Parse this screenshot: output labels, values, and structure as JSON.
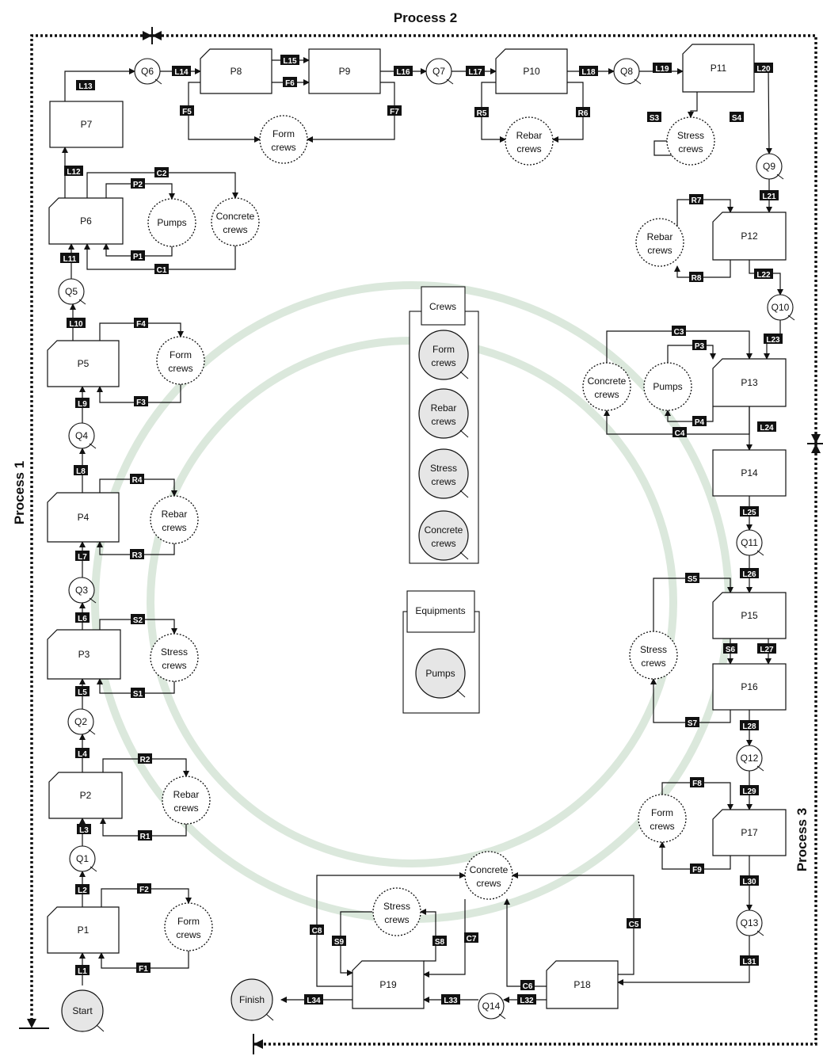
{
  "titles": {
    "process1": "Process 1",
    "process2": "Process 2",
    "process3": "Process 3"
  },
  "nodes": {
    "start": "Start",
    "finish": "Finish",
    "p1": "P1",
    "p2": "P2",
    "p3": "P3",
    "p4": "P4",
    "p5": "P5",
    "p6": "P6",
    "p7": "P7",
    "p8": "P8",
    "p9": "P9",
    "p10": "P10",
    "p11": "P11",
    "p12": "P12",
    "p13": "P13",
    "p14": "P14",
    "p15": "P15",
    "p16": "P16",
    "p17": "P17",
    "p18": "P18",
    "p19": "P19",
    "q1": "Q1",
    "q2": "Q2",
    "q3": "Q3",
    "q4": "Q4",
    "q5": "Q5",
    "q6": "Q6",
    "q7": "Q7",
    "q8": "Q8",
    "q9": "Q9",
    "q10": "Q10",
    "q11": "Q11",
    "q12": "Q12",
    "q13": "Q13",
    "q14": "Q14"
  },
  "resources": {
    "form": [
      "Form",
      "crews"
    ],
    "rebar": [
      "Rebar",
      "crews"
    ],
    "stress": [
      "Stress",
      "crews"
    ],
    "concrete": [
      "Concrete",
      "crews"
    ],
    "pumps": "Pumps"
  },
  "legend": {
    "crews_title": "Crews",
    "crews": [
      [
        "Form",
        "crews"
      ],
      [
        "Rebar",
        "crews"
      ],
      [
        "Stress",
        "crews"
      ],
      [
        "Concrete",
        "crews"
      ]
    ],
    "equipments_title": "Equipments",
    "equipments": [
      "Pumps"
    ]
  },
  "labels": {
    "L1": "L1",
    "L2": "L2",
    "L3": "L3",
    "L4": "L4",
    "L5": "L5",
    "L6": "L6",
    "L7": "L7",
    "L8": "L8",
    "L9": "L9",
    "L10": "L10",
    "L11": "L11",
    "L12": "L12",
    "L13": "L13",
    "L14": "L14",
    "L15": "L15",
    "L16": "L16",
    "L17": "L17",
    "L18": "L18",
    "L19": "L19",
    "L20": "L20",
    "L21": "L21",
    "L22": "L22",
    "L23": "L23",
    "L24": "L24",
    "L25": "L25",
    "L26": "L26",
    "L27": "L27",
    "L28": "L28",
    "L29": "L29",
    "L30": "L30",
    "L31": "L31",
    "L32": "L32",
    "L33": "L33",
    "L34": "L34",
    "F1": "F1",
    "F2": "F2",
    "F3": "F3",
    "F4": "F4",
    "F5": "F5",
    "F6": "F6",
    "F7": "F7",
    "F8": "F8",
    "F9": "F9",
    "R1": "R1",
    "R2": "R2",
    "R3": "R3",
    "R4": "R4",
    "R5": "R5",
    "R6": "R6",
    "R7": "R7",
    "R8": "R8",
    "S1": "S1",
    "S2": "S2",
    "S3": "S3",
    "S4": "S4",
    "S5": "S5",
    "S6": "S6",
    "S7": "S7",
    "S8": "S8",
    "S9": "S9",
    "C1": "C1",
    "C2": "C2",
    "C3": "C3",
    "C4": "C4",
    "C5": "C5",
    "C6": "C6",
    "C7": "C7",
    "C8": "C8",
    "P1": "P1",
    "P2": "P2",
    "P3": "P3",
    "P4": "P4"
  }
}
